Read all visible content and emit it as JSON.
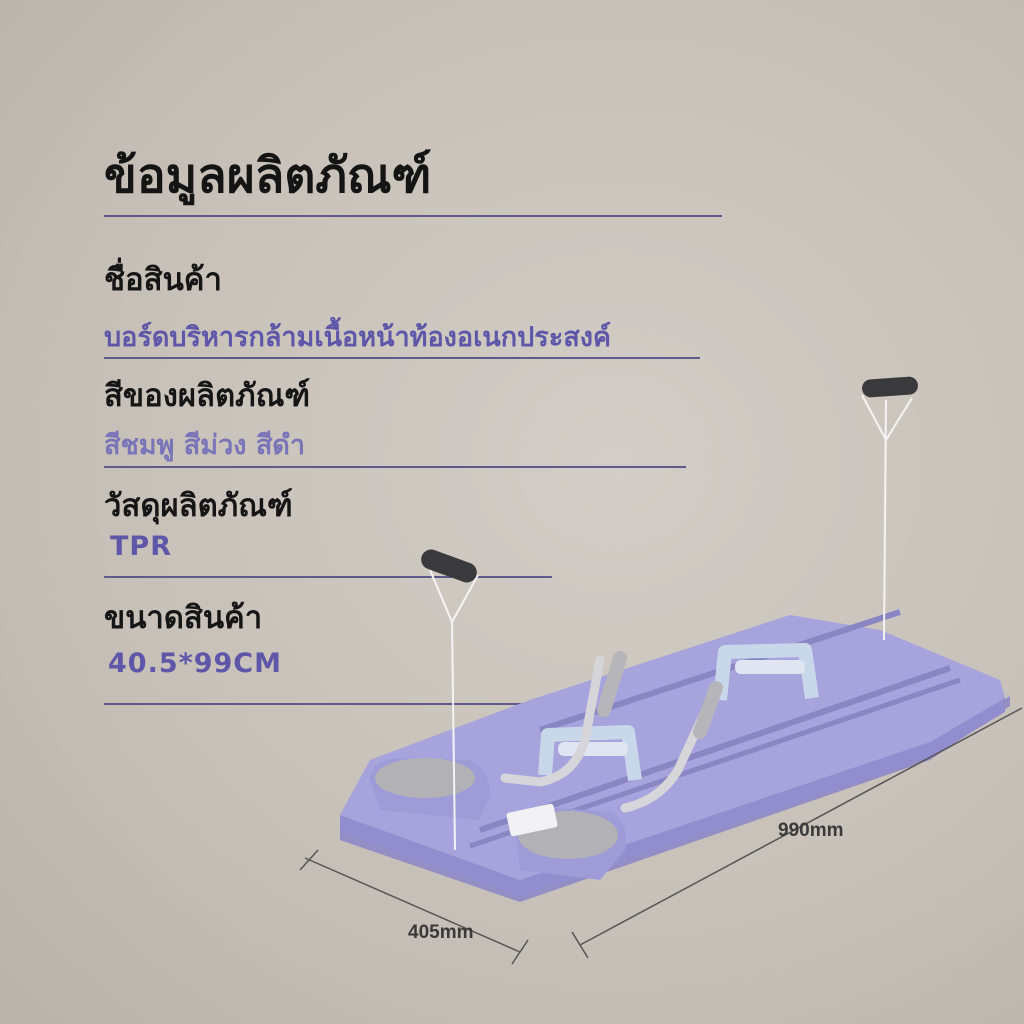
{
  "title": "ข้อมูลผลิตภัณฑ์",
  "specs": [
    {
      "label": "ชื่อสินค้า",
      "value": "บอร์ดบริหารกล้ามเนื้อหน้าท้องอเนกประสงค์"
    },
    {
      "label": "สีของผลิตภัณฑ์",
      "value": "สีชมพู สีม่วง สีดำ"
    },
    {
      "label": "วัสดุผลิตภัณฑ์",
      "value": "TPR"
    },
    {
      "label": "ขนาดสินค้า",
      "value": "40.5*99CM"
    }
  ],
  "dimensions": {
    "length": "990mm",
    "width": "405mm"
  },
  "colors": {
    "accent": "#5e56a8",
    "rule": "#5e5a8c",
    "board": "#a7a3dd",
    "board_shade": "#8d88c8",
    "pad": "#b2b2b6",
    "handle": "#3a3a3c",
    "text": "#141414",
    "background": "#c9c3bb"
  }
}
